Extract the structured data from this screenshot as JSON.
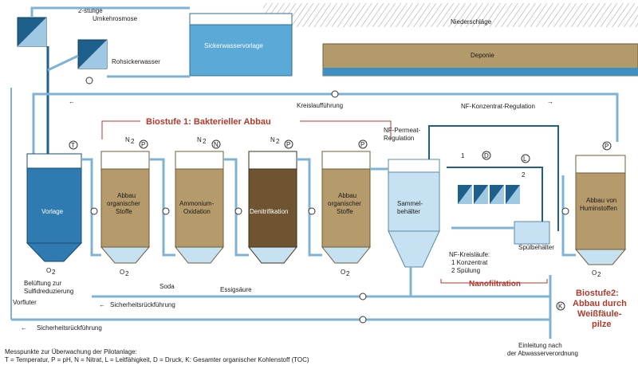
{
  "colors": {
    "pipe_blue": "#7fb3d6",
    "pipe_dark": "#1f5f8b",
    "tank_brown": "#b59a6b",
    "tank_dark_brown": "#6e5430",
    "tank_light_blue": "#c6e2f2",
    "tank_blue": "#2f7bb1",
    "deponie": "#b29a6a",
    "red_title": "#b23a2e"
  },
  "top": {
    "niederschlaege": "Niederschläge",
    "deponie": "Deponie",
    "sickerwasservorlage": "Sickerwasservorlage",
    "rohsickerwasser": "Rohsickerwasser",
    "umkehrosmose_1": "2-stufige",
    "umkehrosmose_2": "Umkehrosmose"
  },
  "loops": {
    "kreislauffuehrung": "Kreislaufführung",
    "nf_konzentrat": "NF-Konzentrat-Regulation",
    "nf_permeat_1": "NF-Permeat-",
    "nf_permeat_2": "Regulation",
    "sicherheit_1": "Sicherheitsrückführung",
    "sicherheit_2": "Sicherheitsrückführung"
  },
  "biostufe1": "Biostufe 1: Bakterieller Abbau",
  "biostufe2_1": "Biostufe2:",
  "biostufe2_2": "Abbau durch",
  "biostufe2_3": "Weißfäule-",
  "biostufe2_4": "pilze",
  "nanofiltration": "Nanofiltration",
  "tanks": {
    "vorlage": "Vorlage",
    "t2_1": "Abbau",
    "t2_2": "organischer",
    "t2_3": "Stoffe",
    "t3_1": "Ammonium-",
    "t3_2": "Oxidation",
    "t4": "Denitrifikation",
    "t5_1": "Abbau",
    "t5_2": "organischer",
    "t5_3": "Stoffe",
    "sammel_1": "Sammel-",
    "sammel_2": "behälter",
    "humin_1": "Abbau von",
    "humin_2": "Huminstoffen",
    "spuel": "Spülbehälter"
  },
  "sensors": {
    "T": "T",
    "P": "P",
    "N": "N",
    "D": "D",
    "L": "L",
    "K": "K"
  },
  "gases": {
    "n2": "N",
    "n2_sub": "2",
    "o2": "O",
    "o2_sub": "2"
  },
  "nf": {
    "k1": "1",
    "k2": "2",
    "kreis_1": "NF-Kreisläufe:",
    "kreis_2": "1 Konzentrat",
    "kreis_3": "2 Spülung"
  },
  "bottom": {
    "belueftung_1": "Belüftung zur",
    "belueftung_2": "Sulfidreduzierung",
    "vorfluter": "Vorfluter",
    "soda": "Soda",
    "essig": "Essigsäure",
    "einleitung_1": "Einleitung nach",
    "einleitung_2": "der Abwasserverordnung"
  },
  "legend": {
    "line1": "Messpunkte zur Überwachung der Pilotanlage:",
    "line2": "T = Temperatur, P = pH, N = Nitrat, L = Leitfähigkeit, D = Druck, K: Gesamter organischer Kohlenstoff (TOC)"
  }
}
